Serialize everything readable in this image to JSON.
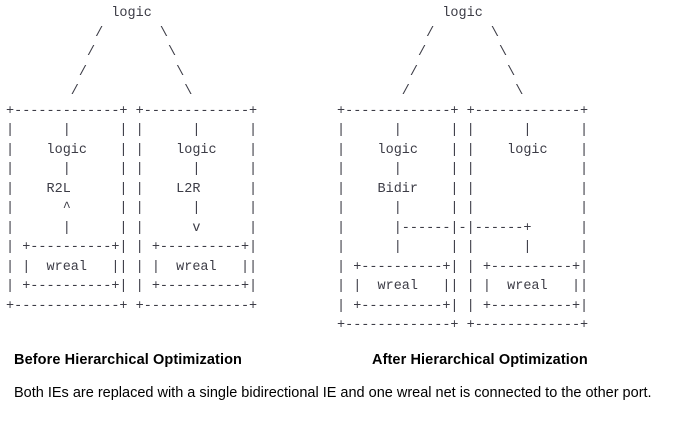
{
  "diagrams": {
    "before": {
      "caption": "Before Hierarchical Optimization",
      "top_node": "logic",
      "blocks": [
        {
          "title": "logic",
          "port": "R2L",
          "arrow": "^",
          "net": "wreal"
        },
        {
          "title": "logic",
          "port": "L2R",
          "arrow": "v",
          "net": "wreal"
        }
      ],
      "art": "             logic\n           /       \\\n          /         \\\n         /           \\\n        /             \\\n+-------------+ +-------------+\n|      |      | |      |      |\n|    logic    | |    logic    |\n|      |      | |      |      |\n|    R2L      | |    L2R      |\n|      ^      | |      |      |\n|      |      | |      v      |\n| +----------+| | +----------+|\n| |  wreal   || | |  wreal   ||\n| +----------+| | +----------+|\n+-------------+ +-------------+"
    },
    "after": {
      "caption": "After Hierarchical Optimization",
      "top_node": "logic",
      "blocks": [
        {
          "title": "logic",
          "port": "Bidir",
          "net": "wreal"
        },
        {
          "title": "logic",
          "port": "",
          "net": "wreal"
        }
      ],
      "art": "             logic\n           /       \\\n          /         \\\n         /           \\\n        /             \\\n+-------------+ +-------------+\n|      |      | |      |      |\n|    logic    | |    logic    |\n|      |      | |             |\n|    Bidir    | |             |\n|      |      | |             |\n|      |------|-|------+      |\n|      |      | |      |      |\n| +----------+| | +----------+|\n| |  wreal   || | |  wreal   ||\n| +----------+| | +----------+|\n+-------------+ +-------------+"
    }
  },
  "description": "Both IEs are replaced with a single bidirectional IE and one wreal net is connected to the other port."
}
